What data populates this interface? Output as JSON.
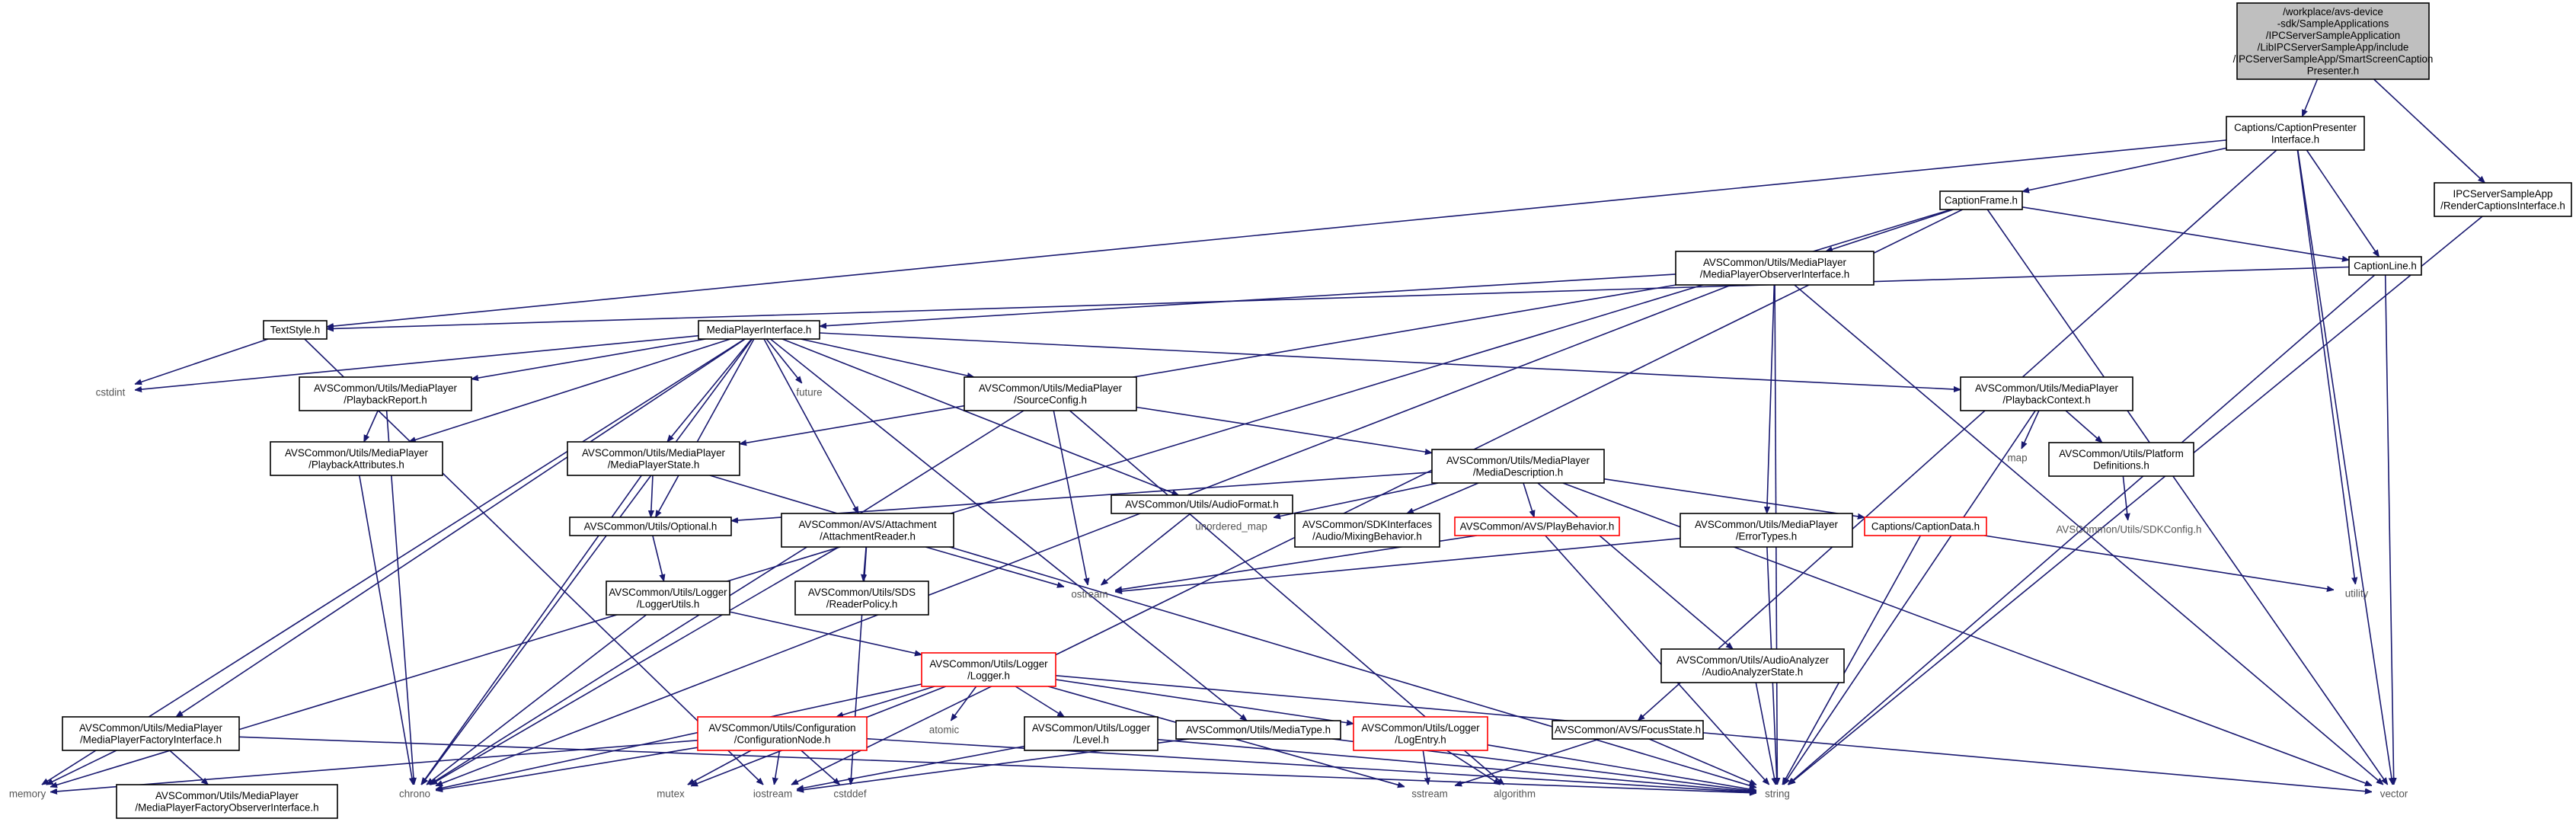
{
  "colors": {
    "edge": "#191970",
    "root_fill": "#bfbfbf",
    "node_border": "#000000",
    "incomplete_border": "#ff0000",
    "system_header_text": "#555555"
  },
  "nodes": [
    {
      "id": "root",
      "kind": "root",
      "lines": [
        "/workplace/avs-device",
        "-sdk/SampleApplications",
        "/IPCServerSampleApplication",
        "/LibIPCServerSampleApp/include",
        "/IPCServerSampleApp/SmartScreenCaption",
        "Presenter.h"
      ]
    },
    {
      "id": "cpi",
      "kind": "normal",
      "lines": [
        "Captions/CaptionPresenter",
        "Interface.h"
      ]
    },
    {
      "id": "rci",
      "kind": "normal",
      "lines": [
        "IPCServerSampleApp",
        "/RenderCaptionsInterface.h"
      ]
    },
    {
      "id": "cf",
      "kind": "normal",
      "lines": [
        "CaptionFrame.h"
      ]
    },
    {
      "id": "cl",
      "kind": "normal",
      "lines": [
        "CaptionLine.h"
      ]
    },
    {
      "id": "mpoi",
      "kind": "normal",
      "lines": [
        "AVSCommon/Utils/MediaPlayer",
        "/MediaPlayerObserverInterface.h"
      ]
    },
    {
      "id": "ts",
      "kind": "normal",
      "lines": [
        "TextStyle.h"
      ]
    },
    {
      "id": "mpi",
      "kind": "normal",
      "lines": [
        "MediaPlayerInterface.h"
      ]
    },
    {
      "id": "cstdint",
      "kind": "plain",
      "lines": [
        "cstdint"
      ]
    },
    {
      "id": "future",
      "kind": "plain",
      "lines": [
        "future"
      ]
    },
    {
      "id": "pr",
      "kind": "normal",
      "lines": [
        "AVSCommon/Utils/MediaPlayer",
        "/PlaybackReport.h"
      ]
    },
    {
      "id": "sc",
      "kind": "normal",
      "lines": [
        "AVSCommon/Utils/MediaPlayer",
        "/SourceConfig.h"
      ]
    },
    {
      "id": "pc",
      "kind": "normal",
      "lines": [
        "AVSCommon/Utils/MediaPlayer",
        "/PlaybackContext.h"
      ]
    },
    {
      "id": "pa",
      "kind": "normal",
      "lines": [
        "AVSCommon/Utils/MediaPlayer",
        "/PlaybackAttributes.h"
      ]
    },
    {
      "id": "mps",
      "kind": "normal",
      "lines": [
        "AVSCommon/Utils/MediaPlayer",
        "/MediaPlayerState.h"
      ]
    },
    {
      "id": "af",
      "kind": "normal",
      "lines": [
        "AVSCommon/Utils/AudioFormat.h"
      ]
    },
    {
      "id": "md",
      "kind": "normal",
      "lines": [
        "AVSCommon/Utils/MediaPlayer",
        "/MediaDescription.h"
      ]
    },
    {
      "id": "map",
      "kind": "plain",
      "lines": [
        "map"
      ]
    },
    {
      "id": "pd",
      "kind": "normal",
      "lines": [
        "AVSCommon/Utils/Platform",
        "Definitions.h"
      ]
    },
    {
      "id": "sdkc",
      "kind": "plain",
      "lines": [
        "AVSCommon/Utils/SDKConfig.h"
      ]
    },
    {
      "id": "opt",
      "kind": "normal",
      "lines": [
        "AVSCommon/Utils/Optional.h"
      ]
    },
    {
      "id": "ar",
      "kind": "normal",
      "lines": [
        "AVSCommon/AVS/Attachment",
        "/AttachmentReader.h"
      ]
    },
    {
      "id": "umap",
      "kind": "plain",
      "lines": [
        "unordered_map"
      ]
    },
    {
      "id": "amb",
      "kind": "normal",
      "lines": [
        "AVSCommon/SDKInterfaces",
        "/Audio/MixingBehavior.h"
      ]
    },
    {
      "id": "pb",
      "kind": "red",
      "lines": [
        "AVSCommon/AVS/PlayBehavior.h"
      ]
    },
    {
      "id": "et",
      "kind": "normal",
      "lines": [
        "AVSCommon/Utils/MediaPlayer",
        "/ErrorTypes.h"
      ]
    },
    {
      "id": "cd",
      "kind": "red",
      "lines": [
        "Captions/CaptionData.h"
      ]
    },
    {
      "id": "utility",
      "kind": "plain",
      "lines": [
        "utility"
      ]
    },
    {
      "id": "lu",
      "kind": "normal",
      "lines": [
        "AVSCommon/Utils/Logger",
        "/LoggerUtils.h"
      ]
    },
    {
      "id": "rp",
      "kind": "normal",
      "lines": [
        "AVSCommon/Utils/SDS",
        "/ReaderPolicy.h"
      ]
    },
    {
      "id": "ostream",
      "kind": "plain",
      "lines": [
        "ostream"
      ]
    },
    {
      "id": "logger",
      "kind": "red",
      "lines": [
        "AVSCommon/Utils/Logger",
        "/Logger.h"
      ]
    },
    {
      "id": "aas",
      "kind": "normal",
      "lines": [
        "AVSCommon/Utils/AudioAnalyzer",
        "/AudioAnalyzerState.h"
      ]
    },
    {
      "id": "mpfi",
      "kind": "normal",
      "lines": [
        "AVSCommon/Utils/MediaPlayer",
        "/MediaPlayerFactoryInterface.h"
      ]
    },
    {
      "id": "cn",
      "kind": "red",
      "lines": [
        "AVSCommon/Utils/Configuration",
        "/ConfigurationNode.h"
      ]
    },
    {
      "id": "atomic",
      "kind": "plain",
      "lines": [
        "atomic"
      ]
    },
    {
      "id": "lvl",
      "kind": "normal",
      "lines": [
        "AVSCommon/Utils/Logger",
        "/Level.h"
      ]
    },
    {
      "id": "mt",
      "kind": "normal",
      "lines": [
        "AVSCommon/Utils/MediaType.h"
      ]
    },
    {
      "id": "le",
      "kind": "red",
      "lines": [
        "AVSCommon/Utils/Logger",
        "/LogEntry.h"
      ]
    },
    {
      "id": "fs",
      "kind": "normal",
      "lines": [
        "AVSCommon/AVS/FocusState.h"
      ]
    },
    {
      "id": "memory",
      "kind": "plain",
      "lines": [
        "memory"
      ]
    },
    {
      "id": "mpfoi",
      "kind": "normal",
      "lines": [
        "AVSCommon/Utils/MediaPlayer",
        "/MediaPlayerFactoryObserverInterface.h"
      ]
    },
    {
      "id": "chrono",
      "kind": "plain",
      "lines": [
        "chrono"
      ]
    },
    {
      "id": "mutex",
      "kind": "plain",
      "lines": [
        "mutex"
      ]
    },
    {
      "id": "iostream",
      "kind": "plain",
      "lines": [
        "iostream"
      ]
    },
    {
      "id": "cstddef",
      "kind": "plain",
      "lines": [
        "cstddef"
      ]
    },
    {
      "id": "sstream",
      "kind": "plain",
      "lines": [
        "sstream"
      ]
    },
    {
      "id": "algorithm",
      "kind": "plain",
      "lines": [
        "algorithm"
      ]
    },
    {
      "id": "string",
      "kind": "plain",
      "lines": [
        "string"
      ]
    },
    {
      "id": "vector",
      "kind": "plain",
      "lines": [
        "vector"
      ]
    }
  ],
  "edges": [
    [
      "root",
      "cpi"
    ],
    [
      "root",
      "rci"
    ],
    [
      "cpi",
      "cf"
    ],
    [
      "cpi",
      "cl"
    ],
    [
      "cpi",
      "ts"
    ],
    [
      "cpi",
      "fs"
    ],
    [
      "cpi",
      "utility"
    ],
    [
      "cpi",
      "vector"
    ],
    [
      "rci",
      "string"
    ],
    [
      "cf",
      "cl"
    ],
    [
      "cf",
      "mpoi"
    ],
    [
      "cf",
      "memory"
    ],
    [
      "cf",
      "iostream"
    ],
    [
      "cf",
      "vector"
    ],
    [
      "cl",
      "ts"
    ],
    [
      "cl",
      "string"
    ],
    [
      "cl",
      "vector"
    ],
    [
      "mpoi",
      "mpi"
    ],
    [
      "mpoi",
      "mps"
    ],
    [
      "mpoi",
      "et"
    ],
    [
      "mpoi",
      "chrono"
    ],
    [
      "mpoi",
      "string"
    ],
    [
      "mpoi",
      "vector"
    ],
    [
      "ts",
      "cstdint"
    ],
    [
      "ts",
      "iostream"
    ],
    [
      "mpi",
      "cstdint"
    ],
    [
      "mpi",
      "future"
    ],
    [
      "mpi",
      "pr"
    ],
    [
      "mpi",
      "pa"
    ],
    [
      "mpi",
      "sc"
    ],
    [
      "mpi",
      "pc"
    ],
    [
      "mpi",
      "mps"
    ],
    [
      "mpi",
      "af"
    ],
    [
      "mpi",
      "opt"
    ],
    [
      "mpi",
      "ar"
    ],
    [
      "mpi",
      "mpfi"
    ],
    [
      "mpi",
      "mt"
    ],
    [
      "mpi",
      "memory"
    ],
    [
      "mpi",
      "chrono"
    ],
    [
      "pr",
      "pa"
    ],
    [
      "pr",
      "chrono"
    ],
    [
      "sc",
      "md"
    ],
    [
      "sc",
      "ostream"
    ],
    [
      "sc",
      "chrono"
    ],
    [
      "sc",
      "algorithm"
    ],
    [
      "pc",
      "map"
    ],
    [
      "pc",
      "pd"
    ],
    [
      "pc",
      "string"
    ],
    [
      "pd",
      "sdkc"
    ],
    [
      "pa",
      "chrono"
    ],
    [
      "mps",
      "opt"
    ],
    [
      "mps",
      "chrono"
    ],
    [
      "mps",
      "string"
    ],
    [
      "af",
      "ostream"
    ],
    [
      "md",
      "opt"
    ],
    [
      "md",
      "umap"
    ],
    [
      "md",
      "amb"
    ],
    [
      "md",
      "pb"
    ],
    [
      "md",
      "cd"
    ],
    [
      "md",
      "aas"
    ],
    [
      "md",
      "vector"
    ],
    [
      "opt",
      "lu"
    ],
    [
      "ar",
      "rp"
    ],
    [
      "ar",
      "ostream"
    ],
    [
      "ar",
      "chrono"
    ],
    [
      "ar",
      "cstddef"
    ],
    [
      "pb",
      "ostream"
    ],
    [
      "pb",
      "string"
    ],
    [
      "et",
      "ostream"
    ],
    [
      "et",
      "string"
    ],
    [
      "cd",
      "utility"
    ],
    [
      "cd",
      "string"
    ],
    [
      "lu",
      "logger"
    ],
    [
      "lu",
      "chrono"
    ],
    [
      "logger",
      "cn"
    ],
    [
      "logger",
      "atomic"
    ],
    [
      "logger",
      "lvl"
    ],
    [
      "logger",
      "le"
    ],
    [
      "logger",
      "chrono"
    ],
    [
      "logger",
      "mutex"
    ],
    [
      "logger",
      "sstream"
    ],
    [
      "logger",
      "vector"
    ],
    [
      "aas",
      "string"
    ],
    [
      "mpfi",
      "mpfoi"
    ],
    [
      "mpfi",
      "memory"
    ],
    [
      "mpfi",
      "string"
    ],
    [
      "cn",
      "memory"
    ],
    [
      "cn",
      "chrono"
    ],
    [
      "cn",
      "mutex"
    ],
    [
      "cn",
      "iostream"
    ],
    [
      "cn",
      "cstddef"
    ],
    [
      "cn",
      "string"
    ],
    [
      "lvl",
      "iostream"
    ],
    [
      "lvl",
      "string"
    ],
    [
      "mt",
      "iostream"
    ],
    [
      "mt",
      "string"
    ],
    [
      "le",
      "sstream"
    ],
    [
      "le",
      "algorithm"
    ],
    [
      "le",
      "string"
    ],
    [
      "fs",
      "sstream"
    ],
    [
      "fs",
      "string"
    ]
  ]
}
